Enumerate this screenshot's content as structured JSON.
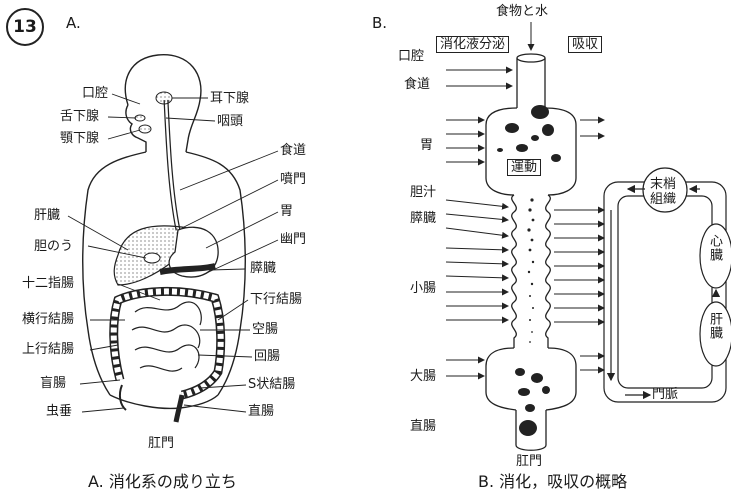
{
  "figure_number": "13",
  "panel_a": {
    "letter": "A.",
    "caption": "A. 消化系の成り立ち",
    "labels": {
      "mouth": "口腔",
      "parotid": "耳下腺",
      "sublingual": "舌下腺",
      "pharynx": "咽頭",
      "submandibular": "顎下腺",
      "esophagus": "食道",
      "cardia": "噴門",
      "liver": "肝臓",
      "stomach": "胃",
      "gallbladder": "胆のう",
      "pylorus": "幽門",
      "pancreas": "膵臓",
      "duodenum": "十二指腸",
      "descending_colon": "下行結腸",
      "transverse_colon": "横行結腸",
      "jejunum": "空腸",
      "ascending_colon": "上行結腸",
      "ileum": "回腸",
      "cecum": "盲腸",
      "sigmoid_colon": "S状結腸",
      "appendix": "虫垂",
      "rectum": "直腸",
      "anus": "肛門"
    }
  },
  "panel_b": {
    "letter": "B.",
    "caption": "B. 消化，吸収の概略",
    "labels": {
      "food_water": "食物と水",
      "secretion": "消化液分泌",
      "absorption": "吸収",
      "mouth": "口腔",
      "esophagus": "食道",
      "stomach": "胃",
      "movement": "運動",
      "bile": "胆汁",
      "pancreas": "膵臓",
      "small_intestine": "小腸",
      "large_intestine": "大腸",
      "rectum": "直腸",
      "anus": "肛門",
      "peripheral_tissue": "末梢\n組織",
      "heart": "心臓",
      "liver": "肝臓",
      "portal_vein": "門脈"
    }
  },
  "colors": {
    "ink": "#1a1a1a",
    "background": "#ffffff"
  }
}
